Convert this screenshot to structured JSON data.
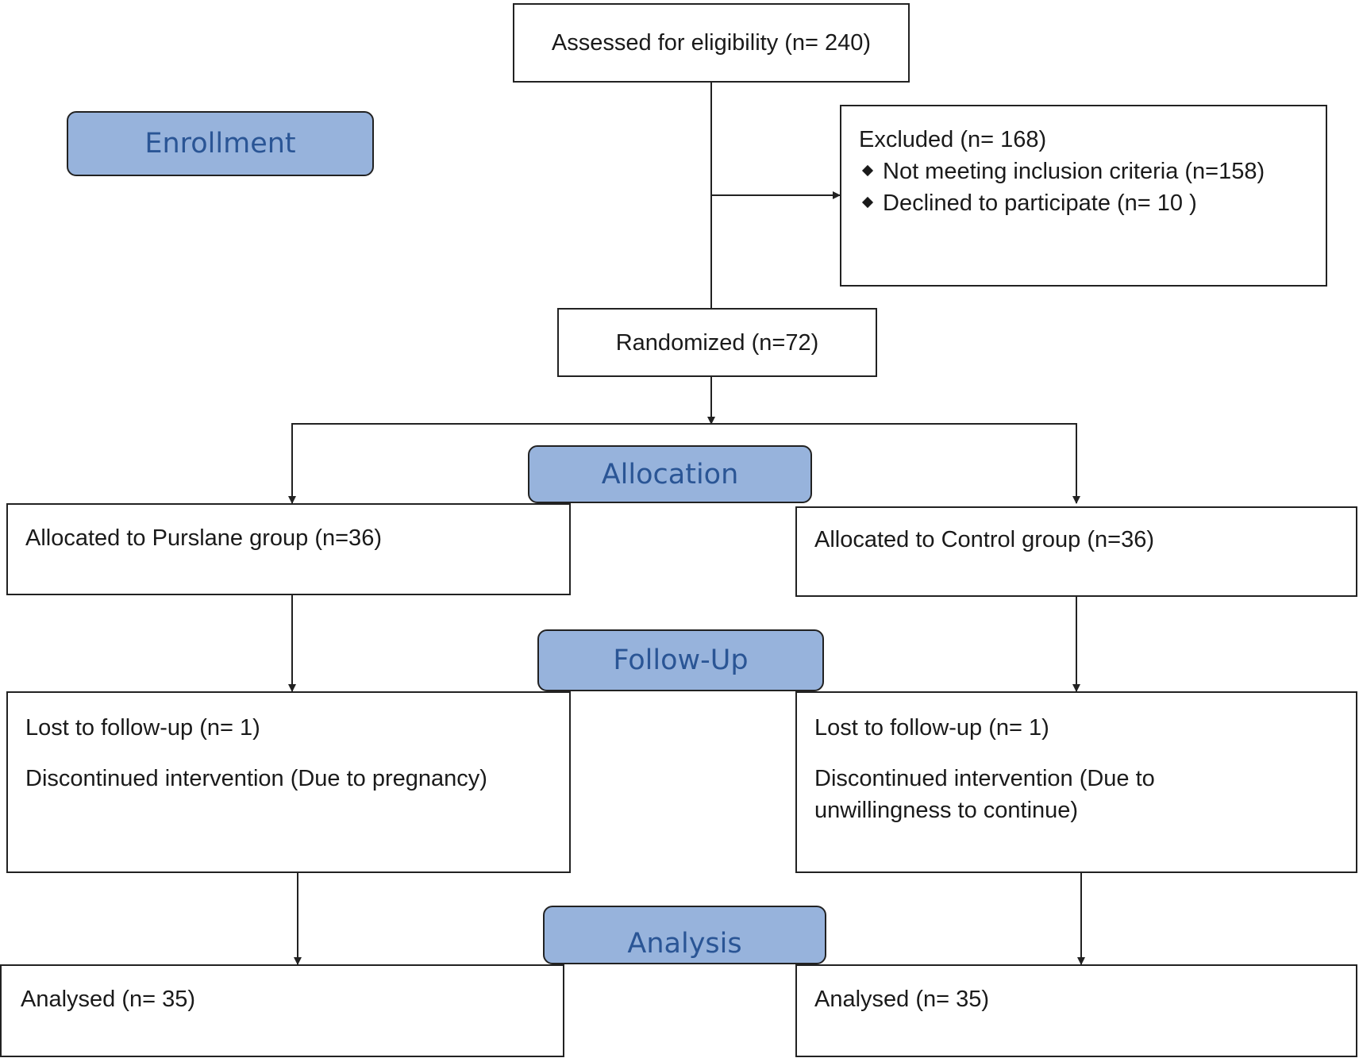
{
  "stages": {
    "enrollment": "Enrollment",
    "allocation": "Allocation",
    "follow_up": "Follow-Up",
    "analysis": "Analysis"
  },
  "assessed": "Assessed for eligibility (n= 240)",
  "excluded": {
    "title": "Excluded (n= 168)",
    "items": [
      "Not meeting inclusion criteria (n=158)",
      "Declined to participate (n= 10 )"
    ]
  },
  "randomized": "Randomized (n=72)",
  "left_arm": {
    "allocated": "Allocated to Purslane group (n=36)",
    "lost": "Lost to follow-up (n= 1)",
    "discontinued": "Discontinued intervention (Due to pregnancy)",
    "analysed": "Analysed (n= 35)"
  },
  "right_arm": {
    "allocated": "Allocated to Control group (n=36)",
    "lost": "Lost to follow-up (n= 1)",
    "discontinued_1": "Discontinued intervention (Due to",
    "discontinued_2": "unwillingness to continue)",
    "analysed": "Analysed (n= 35)"
  }
}
